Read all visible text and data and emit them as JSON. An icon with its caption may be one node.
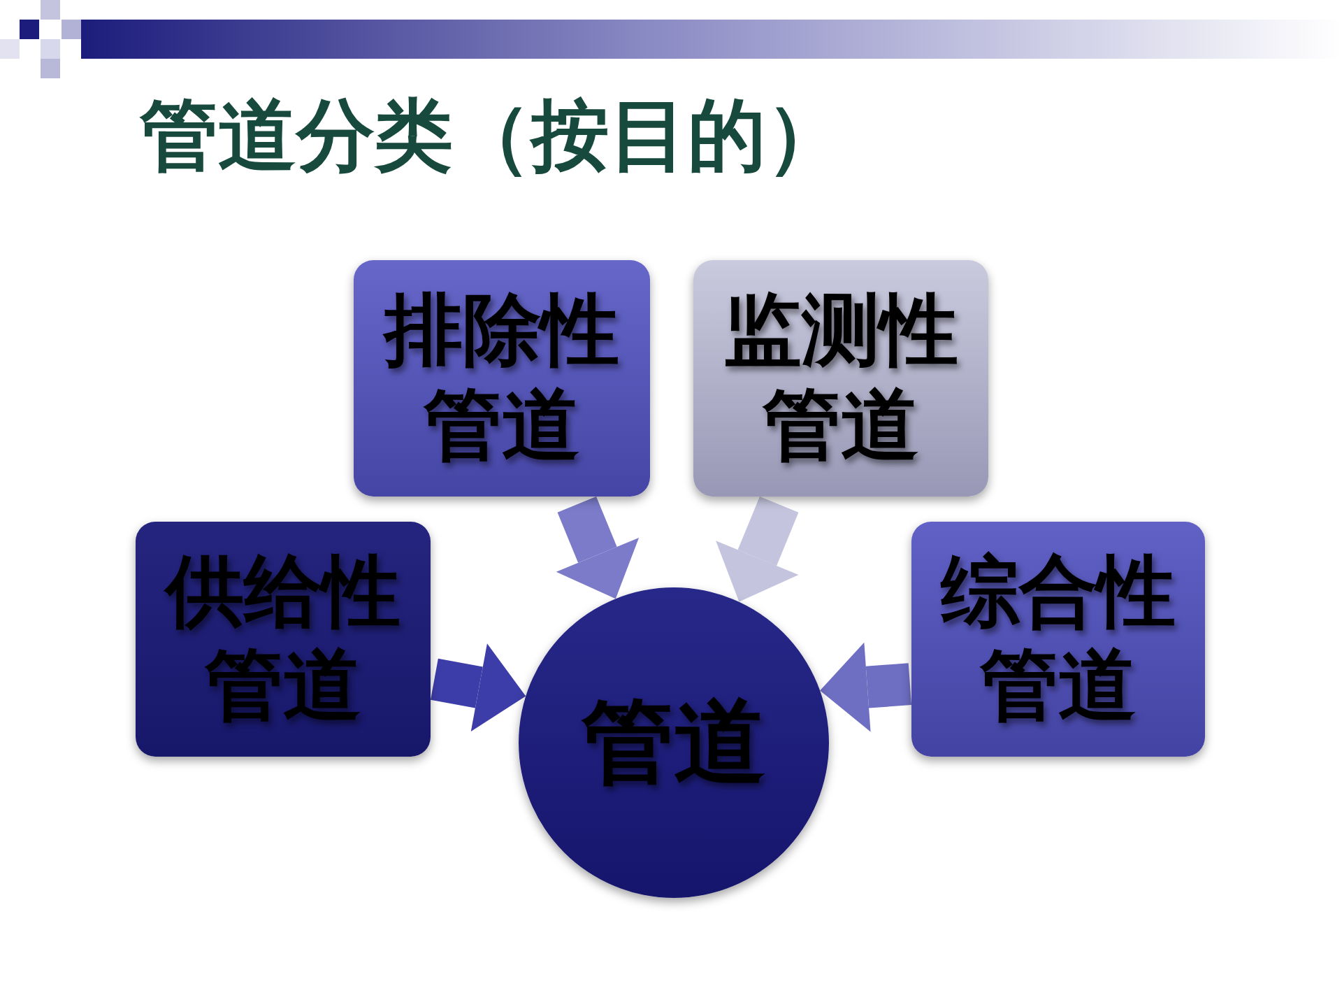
{
  "diagram": {
    "title": "管道分类（按目的）",
    "nodes": [
      {
        "text": [
          "排除性管道"
        ]
      },
      {
        "text": [
          "监测性管道"
        ]
      },
      {
        "text": [
          "供给性管道"
        ]
      },
      {
        "text": [
          "管道"
        ]
      },
      {
        "text": [
          "综合性管道"
        ]
      }
    ],
    "edges": [
      {
        "from": 0,
        "to": 3,
        "arrow": "to",
        "color": "#7b7bca"
      },
      {
        "from": 1,
        "to": 3,
        "arrow": "to",
        "color": "#c4c4de"
      },
      {
        "from": 2,
        "to": 3,
        "arrow": "to",
        "color": "#3d3daa"
      },
      {
        "from": 4,
        "to": 3,
        "arrow": "to",
        "color": "#6e6ec2"
      }
    ]
  }
}
